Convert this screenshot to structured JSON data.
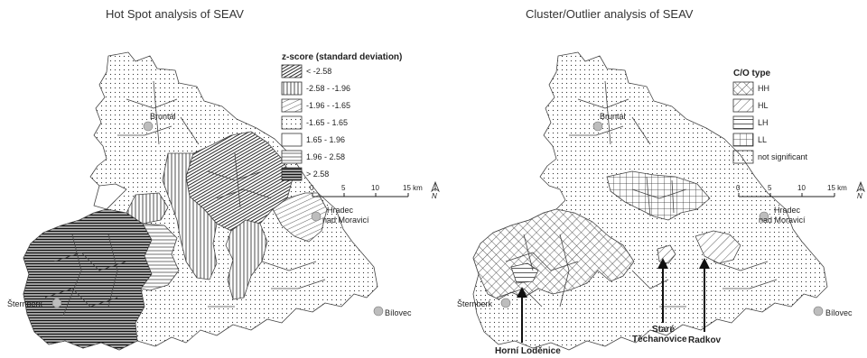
{
  "left_panel": {
    "title": "Hot Spot analysis of SEAV",
    "legend_title": "z-score (standard deviation)",
    "legend": [
      {
        "label": "< -2.58",
        "pattern": "dense-diag"
      },
      {
        "label": "-2.58  -  -1.96",
        "pattern": "vert"
      },
      {
        "label": "-1.96  -  -1.65",
        "pattern": "diag-light"
      },
      {
        "label": "-1.65 - 1.65",
        "pattern": "dots"
      },
      {
        "label": "1.65 - 1.96",
        "pattern": "blank"
      },
      {
        "label": "1.96 - 2.58",
        "pattern": "horiz-light"
      },
      {
        "label": "> 2.58",
        "pattern": "dense-horiz"
      }
    ],
    "scale": {
      "ticks": [
        "0",
        "5",
        "10",
        "15 km"
      ]
    },
    "cities": {
      "bruntal": "Bruntál",
      "hradec": "Hradec",
      "nad_moravici": "nad Moravicí",
      "sternberk": "Šternberk",
      "bilovec": "Bílovec"
    },
    "north": "N"
  },
  "right_panel": {
    "title": "Cluster/Outlier analysis of SEAV",
    "legend_title": "C/O type",
    "legend": [
      {
        "label": "HH",
        "pattern": "crosshatch"
      },
      {
        "label": "HL",
        "pattern": "diag"
      },
      {
        "label": "LH",
        "pattern": "horiz"
      },
      {
        "label": "LL",
        "pattern": "grid"
      },
      {
        "label": "not significant",
        "pattern": "dots"
      }
    ],
    "scale": {
      "ticks": [
        "0",
        "5",
        "10",
        "15 km"
      ]
    },
    "cities": {
      "bruntal": "Bruntál",
      "hradec": "Hradec",
      "nad_moravici": "nad Moravicí",
      "sternberk": "Šternberk",
      "bilovec": "Bílovec"
    },
    "callouts": {
      "horni": "Horní Loděnice",
      "stare": "Staré",
      "techanovice": "Těchanovice",
      "radkov": "Radkov"
    },
    "north": "N"
  },
  "colors": {
    "outline": "#444444",
    "ink": "#222222",
    "city_dot": "#bdbdbd"
  }
}
